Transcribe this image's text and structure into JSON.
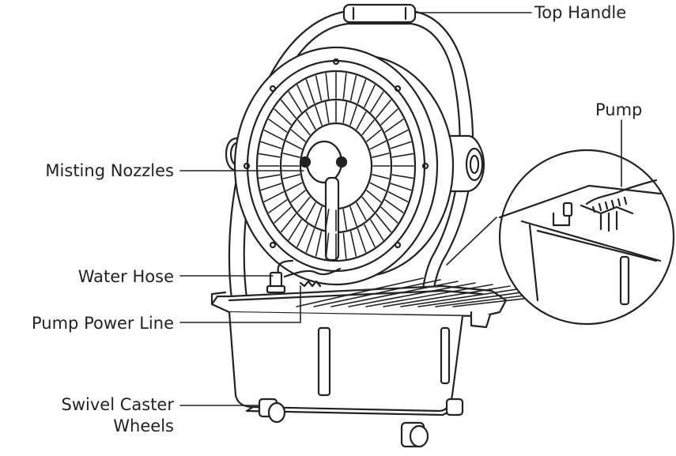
{
  "labels": {
    "top_handle": "Top Handle",
    "pump": "Pump",
    "misting_nozzles": "Misting Nozzles",
    "water_hose": "Water Hose",
    "pump_power_line": "Pump Power Line",
    "swivel_caster_line1": "Swivel Caster",
    "swivel_caster_line2": "Wheels"
  },
  "colors": {
    "line": "#222222",
    "fill": "#ffffff"
  }
}
